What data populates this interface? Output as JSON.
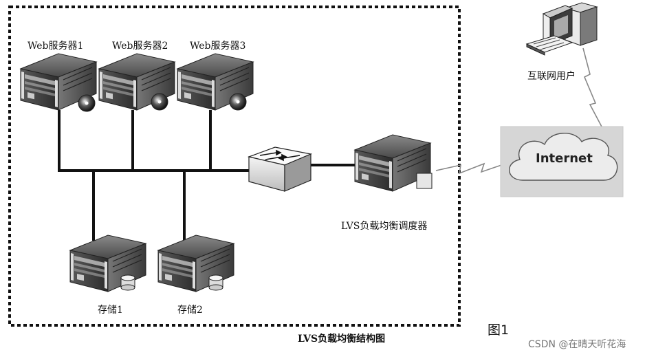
{
  "servers": [
    {
      "label": "Web服务器1"
    },
    {
      "label": "Web服务器2"
    },
    {
      "label": "Web服务器3"
    }
  ],
  "storage": [
    {
      "label": "存储1"
    },
    {
      "label": "存储2"
    }
  ],
  "scheduler": {
    "label": "LVS负载均衡调度器"
  },
  "cloud": {
    "label": "Internet"
  },
  "user": {
    "label": "互联网用户"
  },
  "caption": "LVS负载均衡结构图",
  "figure_label": "图1",
  "watermark": "CSDN @在晴天听花海",
  "colors": {
    "border": "#111111",
    "server_dark": "#3a3a3a",
    "server_mid": "#6b6b6b",
    "cloud_bg": "#d9d9d9"
  }
}
